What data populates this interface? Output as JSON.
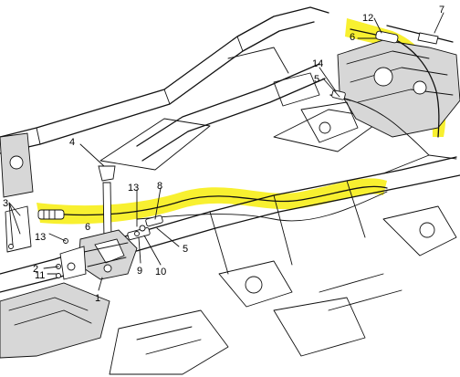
{
  "diagram": {
    "callouts": [
      {
        "id": "c1",
        "text": "1"
      },
      {
        "id": "c2",
        "text": "2"
      },
      {
        "id": "c3",
        "text": "3"
      },
      {
        "id": "c4",
        "text": "4"
      },
      {
        "id": "c5a",
        "text": "5"
      },
      {
        "id": "c5b",
        "text": "5"
      },
      {
        "id": "c6a",
        "text": "6"
      },
      {
        "id": "c6b",
        "text": "6"
      },
      {
        "id": "c7",
        "text": "7"
      },
      {
        "id": "c8",
        "text": "8"
      },
      {
        "id": "c9",
        "text": "9"
      },
      {
        "id": "c10",
        "text": "10"
      },
      {
        "id": "c11",
        "text": "11"
      },
      {
        "id": "c12",
        "text": "12"
      },
      {
        "id": "c13a",
        "text": "13"
      },
      {
        "id": "c13b",
        "text": "13"
      },
      {
        "id": "c14",
        "text": "14"
      }
    ],
    "colors": {
      "highlight": "#f7ef1e",
      "ink": "#111111",
      "background": "#ffffff"
    }
  }
}
